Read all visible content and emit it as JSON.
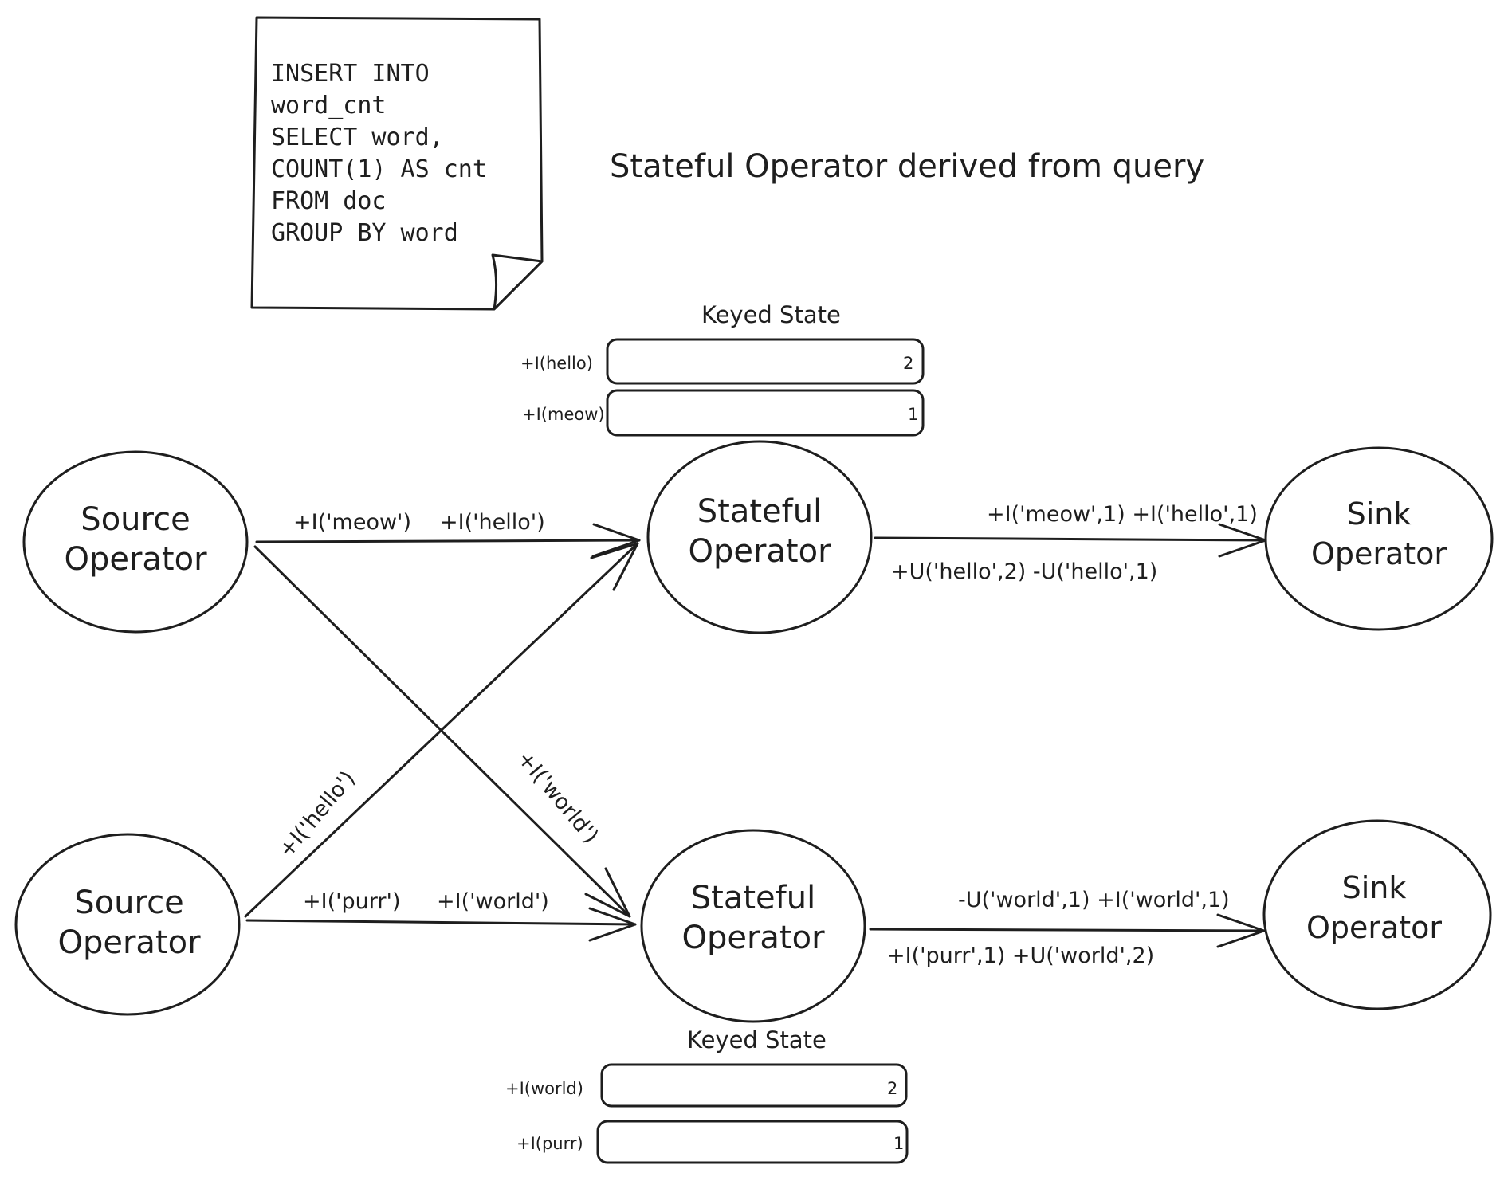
{
  "title": "Stateful Operator derived from query",
  "sql_note": {
    "lines": [
      "INSERT INTO",
      "word_cnt",
      "SELECT word,",
      "COUNT(1) AS cnt",
      "FROM doc",
      "GROUP BY word"
    ]
  },
  "colors": {
    "green": "#2f9e44",
    "green_fill": "#b2f2bb",
    "yellow_fill": "#ffec99",
    "purple_fill": "#d0bfff",
    "red": "#e03131",
    "blue": "#1971c2",
    "note_fill": "#ced4da",
    "stroke": "#1e1e1e"
  },
  "nodes": {
    "source1": {
      "line1": "Source",
      "line2": "Operator"
    },
    "source2": {
      "line1": "Source",
      "line2": "Operator"
    },
    "stateful1": {
      "line1": "Stateful",
      "line2": "Operator"
    },
    "stateful2": {
      "line1": "Stateful",
      "line2": "Operator"
    },
    "sink1": {
      "line1": "Sink",
      "line2": "Operator"
    },
    "sink2": {
      "line1": "Sink",
      "line2": "Operator"
    }
  },
  "keyed_state_top": {
    "label": "Keyed State",
    "rows": [
      {
        "key": "+I(hello)",
        "value": "2",
        "color": "#e03131"
      },
      {
        "key": "+I(meow)",
        "value": "1",
        "color": "#2f9e44"
      }
    ]
  },
  "keyed_state_bottom": {
    "label": "Keyed State",
    "rows": [
      {
        "key": "+I(world)",
        "value": "2",
        "color": "#e03131"
      },
      {
        "key": "+I(purr)",
        "value": "1",
        "color": "#1971c2"
      }
    ]
  },
  "edges": {
    "src1_to_st1": {
      "a": "+I('meow')",
      "b": "+I('hello')"
    },
    "src2_to_st2": {
      "a": "+I('purr')",
      "b": "+I('world')"
    },
    "src1_to_st2": "+I('world')",
    "src2_to_st1": "+I('hello')",
    "st1_to_sink1": {
      "above": "+I('meow',1)  +I('hello',1)",
      "below": "+U('hello',2)  -U('hello',1)"
    },
    "st2_to_sink2": {
      "above": "-U('world',1) +I('world',1)",
      "below": "+I('purr',1) +U('world',2)"
    }
  }
}
